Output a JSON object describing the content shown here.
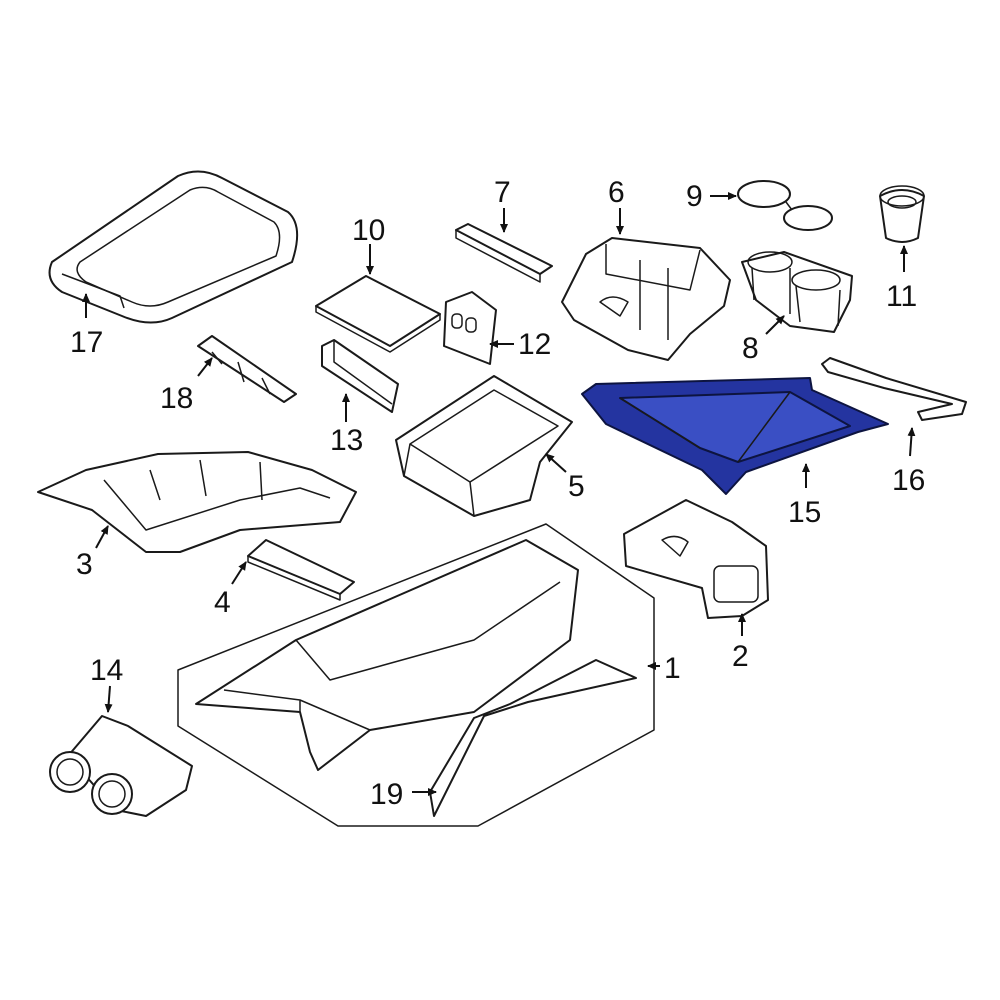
{
  "callouts": [
    {
      "id": "1",
      "label": "1"
    },
    {
      "id": "2",
      "label": "2"
    },
    {
      "id": "3",
      "label": "3"
    },
    {
      "id": "4",
      "label": "4"
    },
    {
      "id": "5",
      "label": "5"
    },
    {
      "id": "6",
      "label": "6"
    },
    {
      "id": "7",
      "label": "7"
    },
    {
      "id": "8",
      "label": "8"
    },
    {
      "id": "9",
      "label": "9"
    },
    {
      "id": "10",
      "label": "10"
    },
    {
      "id": "11",
      "label": "11"
    },
    {
      "id": "12",
      "label": "12"
    },
    {
      "id": "13",
      "label": "13"
    },
    {
      "id": "14",
      "label": "14"
    },
    {
      "id": "15",
      "label": "15"
    },
    {
      "id": "16",
      "label": "16"
    },
    {
      "id": "17",
      "label": "17"
    },
    {
      "id": "18",
      "label": "18"
    },
    {
      "id": "19",
      "label": "19"
    }
  ],
  "highlight_part": "15",
  "colors": {
    "highlight_fill": "#2434a0",
    "line": "#1a1a1a",
    "background": "#ffffff"
  }
}
